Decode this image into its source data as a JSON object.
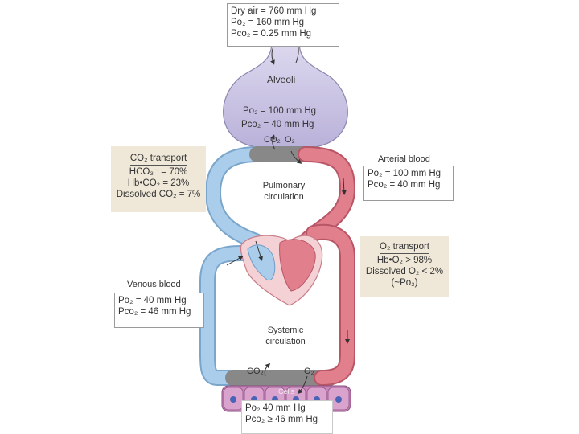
{
  "atmosphere": {
    "line1": "Dry air = 760 mm Hg",
    "line2": "Po₂ =  160 mm Hg",
    "line3": "Pco₂ = 0.25 mm Hg"
  },
  "alveoli": {
    "title": "Alveoli",
    "po2": "Po₂ = 100 mm Hg",
    "pco2": "Pco₂ =  40 mm Hg",
    "co2": "CO₂",
    "o2": "O₂"
  },
  "co2_transport": {
    "title": "CO₂ transport",
    "line1": "HCO₃⁻  = 70%",
    "line2": "Hb•CO₂ = 23%",
    "line3": "Dissolved CO₂ = 7%"
  },
  "arterial": {
    "title": "Arterial blood",
    "po2": "Po₂ = 100 mm Hg",
    "pco2": "Pco₂ =   40 mm Hg"
  },
  "pulmonary": {
    "line1": "Pulmonary",
    "line2": "circulation"
  },
  "o2_transport": {
    "title": "O₂ transport",
    "line1": "Hb•O₂  > 98%",
    "line2": "Dissolved O₂ < 2%",
    "line3": "(~Po₂)"
  },
  "venous": {
    "title": "Venous blood",
    "po2": "Po₂ = 40 mm Hg",
    "pco2": "Pco₂ = 46 mm Hg"
  },
  "systemic": {
    "line1": "Systemic",
    "line2": "circulation"
  },
  "tissue": {
    "co2": "CO₂",
    "o2": "O₂",
    "cells": "Cells",
    "po2": "Po₂   40 mm Hg",
    "pco2": "Pco₂ ≥ 46 mm Hg"
  },
  "colors": {
    "venous": "#a9cdea",
    "arterial": "#e27f8c",
    "alveoli": "#cfc9e6",
    "cells": "#c986bb",
    "panel": "#efe8d8"
  }
}
